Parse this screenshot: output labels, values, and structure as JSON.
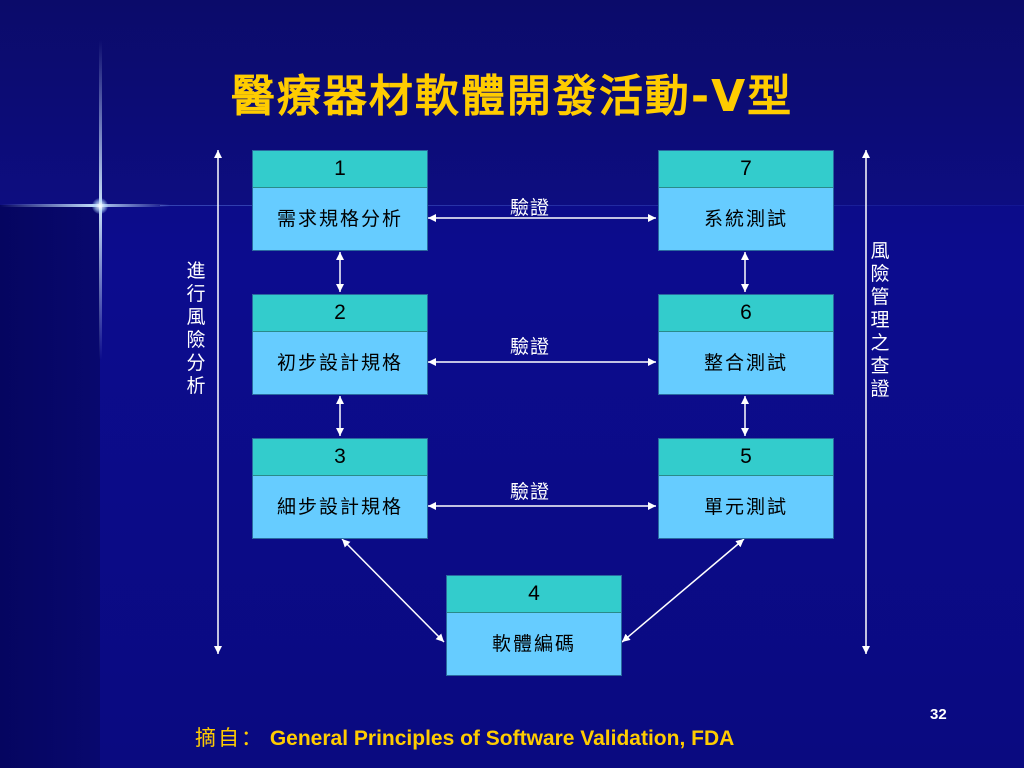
{
  "title": "醫療器材軟體開發活動-V型",
  "boxes": [
    {
      "num": "1",
      "label": "需求規格分析"
    },
    {
      "num": "2",
      "label": "初步設計規格"
    },
    {
      "num": "3",
      "label": "細步設計規格"
    },
    {
      "num": "4",
      "label": "軟體編碼"
    },
    {
      "num": "5",
      "label": "單元測試"
    },
    {
      "num": "6",
      "label": "整合測試"
    },
    {
      "num": "7",
      "label": "系統測試"
    }
  ],
  "verify_label": "驗證",
  "left_label": "進行風險分析",
  "right_label": "風險管理之查證",
  "source": {
    "prefix": "摘自：",
    "text": "General Principles of Software Validation, FDA"
  },
  "page_number": "32",
  "colors": {
    "background": "#0c0c8e",
    "title": "#ffcc00",
    "box_body": "#66ccff",
    "box_head": "#33cccc",
    "lines": "#ffffff"
  }
}
